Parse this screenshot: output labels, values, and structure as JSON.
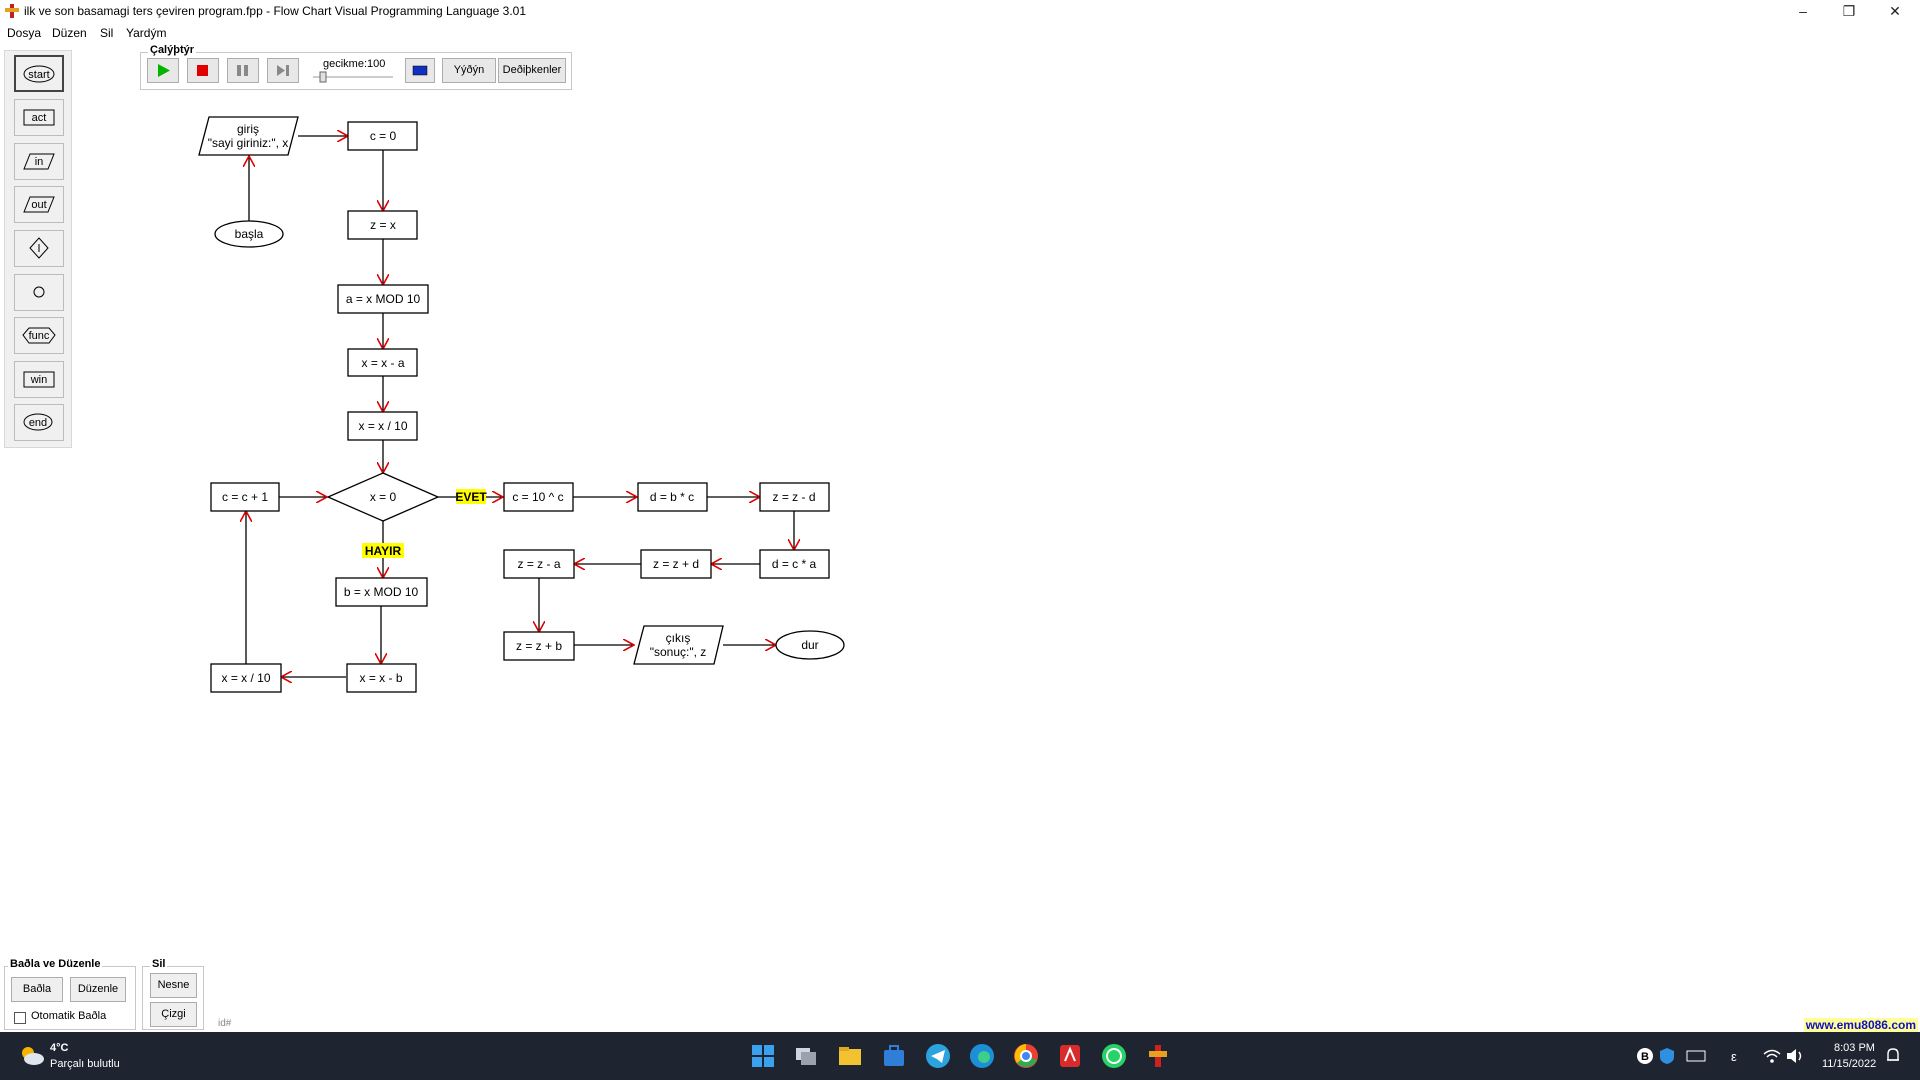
{
  "window": {
    "title": "ilk ve son basamagi ters çeviren program.fpp - Flow Chart Visual Programming Language 3.01",
    "minimize": "–",
    "maximize": "❐",
    "close": "✕"
  },
  "menu": [
    "Dosya",
    "Düzen",
    "Sil",
    "Yardým"
  ],
  "toolbox": [
    {
      "label": "start",
      "icon": "start-icon"
    },
    {
      "label": "act",
      "icon": "act-icon"
    },
    {
      "label": "in",
      "icon": "in-icon"
    },
    {
      "label": "out",
      "icon": "out-icon"
    },
    {
      "label": "",
      "icon": "decision-icon"
    },
    {
      "label": "",
      "icon": "connector-icon"
    },
    {
      "label": "func",
      "icon": "func-icon"
    },
    {
      "label": "win",
      "icon": "win-icon"
    },
    {
      "label": "end",
      "icon": "end-icon"
    }
  ],
  "run_panel": {
    "title": "Çalýþtýr",
    "delay_label": "gecikme:100",
    "print_label": "Yýðýn",
    "vars_label": "Deðiþkenler"
  },
  "flowchart": {
    "giris_title": "giriş",
    "giris_args": "\"sayi giriniz:\", x",
    "basla": "başla",
    "c0": "c = 0",
    "zx": "z = x",
    "amod": "a = x MOD 10",
    "xxa": "x = x - a",
    "xdiv1": "x = x / 10",
    "cinc": "c = c + 1",
    "cond": "x = 0",
    "evet": "EVET",
    "hayir": "HAYIR",
    "cpow": "c = 10 ^ c",
    "dbc": "d = b * c",
    "zzd1": "z = z - d",
    "dca": "d = c * a",
    "zzd2": "z = z + d",
    "zza": "z = z - a",
    "zzb": "z = z + b",
    "cikis_title": "çıkış",
    "cikis_args": "\"sonuç:\", z",
    "dur": "dur",
    "bmod": "b = x MOD 10",
    "xxb": "x = x - b",
    "xdiv2": "x = x / 10"
  },
  "bottom": {
    "connect_group": "Baðla ve Düzenle",
    "connect_btn": "Baðla",
    "arrange_btn": "Düzenle",
    "auto_connect": "Otomatik Baðla",
    "delete_group": "Sil",
    "object_btn": "Nesne",
    "line_btn": "Çizgi",
    "status_left": "id#",
    "status_right": "www.emu8086.com"
  },
  "taskbar": {
    "weather_temp": "4°C",
    "weather_desc": "Parçalı bulutlu",
    "time": "8:03 PM",
    "date": "11/15/2022",
    "lang": "ε"
  },
  "colors": {
    "arrow": "#e00000",
    "label_bg": "#ffff00",
    "play": "#00b400",
    "stop": "#e00000"
  }
}
